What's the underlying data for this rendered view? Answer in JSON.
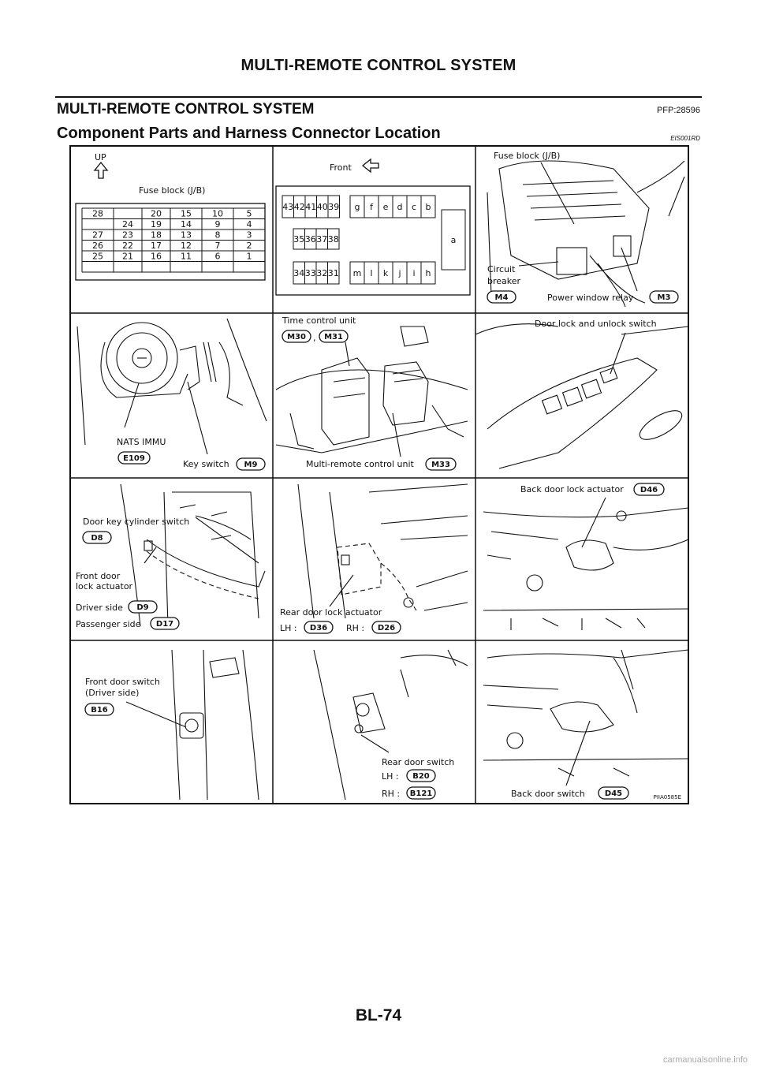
{
  "header": {
    "title": "MULTI-REMOTE CONTROL SYSTEM"
  },
  "section": {
    "title": "MULTI-REMOTE CONTROL SYSTEM",
    "pfp": "PFP:28596"
  },
  "subsection": {
    "title": "Component Parts and Harness Connector Location",
    "code": "EIS001RD"
  },
  "footer": {
    "page": "BL-74"
  },
  "watermark": "carmanualsonline.info",
  "figure": {
    "id": "PIIA0585E",
    "p1": {
      "up": "UP",
      "title": "Fuse block (J/B)",
      "rows": [
        [
          "28",
          "",
          "20",
          "15",
          "10",
          "5"
        ],
        [
          "",
          "24",
          "19",
          "14",
          "9",
          "4"
        ],
        [
          "27",
          "23",
          "18",
          "13",
          "8",
          "3"
        ],
        [
          "26",
          "22",
          "17",
          "12",
          "7",
          "2"
        ],
        [
          "25",
          "21",
          "16",
          "11",
          "6",
          "1"
        ],
        [
          "",
          "",
          "",
          "",
          "",
          ""
        ]
      ]
    },
    "p2": {
      "front": "Front",
      "r1": [
        "43",
        "42",
        "41",
        "40",
        "39"
      ],
      "r2": [
        "35",
        "36",
        "37",
        "38"
      ],
      "r3": [
        "34",
        "33",
        "32",
        "31"
      ],
      "l1": [
        "g",
        "f",
        "e",
        "d",
        "c",
        "b"
      ],
      "l3": [
        "m",
        "l",
        "k",
        "j",
        "i",
        "h"
      ],
      "a": "a"
    },
    "p3": {
      "fuse": "Fuse block (J/B)",
      "circuit1": "Circuit",
      "circuit2": "breaker",
      "m4": "M4",
      "relay": "Power window relay",
      "m3": "M3"
    },
    "p4": {
      "nats": "NATS IMMU",
      "e109": "E109",
      "key": "Key switch",
      "m9": "M9"
    },
    "p5": {
      "tcu": "Time control unit",
      "m30": "M30",
      "comma": ",",
      "m31": "M31",
      "mrcu": "Multi-remote control unit",
      "m33": "M33"
    },
    "p6": {
      "dl": "Door lock and unlock switch"
    },
    "p7": {
      "dkc": "Door key cylinder switch",
      "d8": "D8",
      "fd1": "Front door",
      "fd2": "lock actuator",
      "driver": "Driver side",
      "d9": "D9",
      "pass": "Passenger side",
      "d17": "D17"
    },
    "p8": {
      "rdla": "Rear door lock actuator",
      "lh": "LH :",
      "d36": "D36",
      "rh": "RH :",
      "d26": "D26"
    },
    "p9": {
      "bdla": "Back door lock actuator",
      "d46": "D46"
    },
    "p10": {
      "fds1": "Front door switch",
      "fds2": "(Driver side)",
      "b16": "B16"
    },
    "p11": {
      "rds": "Rear door switch",
      "lh": "LH :",
      "b20": "B20",
      "rh": "RH :",
      "b121": "B121"
    },
    "p12": {
      "bds": "Back door switch",
      "d45": "D45"
    }
  }
}
